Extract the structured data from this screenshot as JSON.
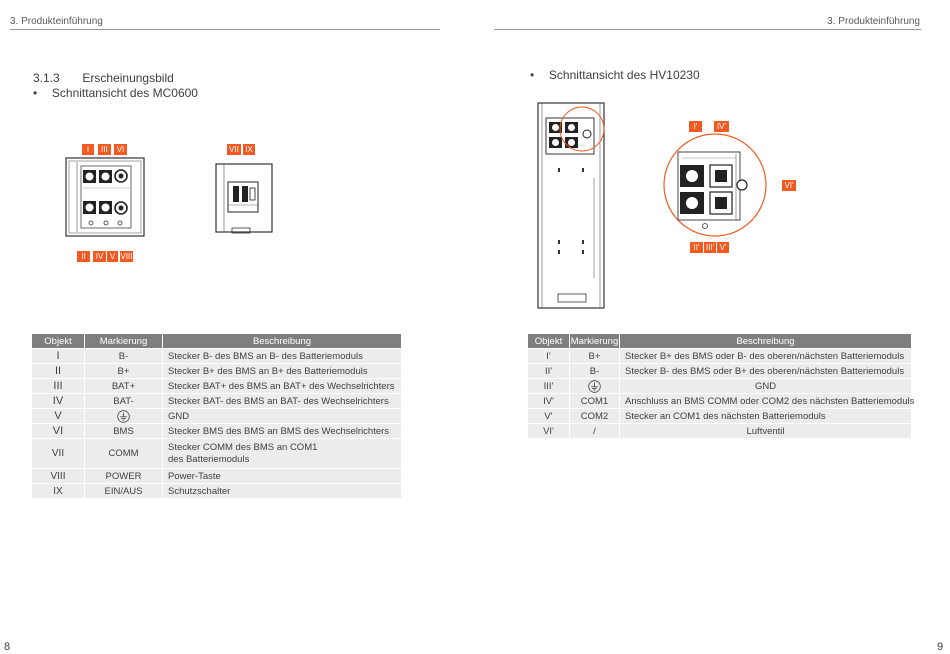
{
  "left": {
    "header": "3. Produkteinführung",
    "section_no": "3.1.3",
    "section_title": "Erscheinungsbild",
    "bullet": "Schnittansicht des MC0600",
    "figure_labels": {
      "t1": "I",
      "t2": "III",
      "t3": "VI",
      "t4": "VII",
      "t5": "IX",
      "b1": "II",
      "b2": "IV",
      "b3": "V",
      "b4": "VIII"
    },
    "table": {
      "headers": [
        "Objekt",
        "Markierung",
        "Beschreibung"
      ],
      "rows": [
        {
          "obj": "I",
          "mark": "B-",
          "desc": "Stecker B- des BMS an B- des Batteriemoduls",
          "desc2": ""
        },
        {
          "obj": "II",
          "mark": "B+",
          "desc": "Stecker B+ des BMS an B+ des Batteriemoduls",
          "desc2": ""
        },
        {
          "obj": "III",
          "mark": "BAT+",
          "desc": "Stecker BAT+ des BMS an BAT+ des Wechselrichters",
          "desc2": ""
        },
        {
          "obj": "IV",
          "mark": "BAT-",
          "desc": "Stecker BAT- des BMS an BAT- des Wechselrichters",
          "desc2": ""
        },
        {
          "obj": "V",
          "mark": "",
          "desc": "GND",
          "desc2": ""
        },
        {
          "obj": "VI",
          "mark": "BMS",
          "desc": "Stecker BMS des BMS an BMS des Wechselrichters",
          "desc2": ""
        },
        {
          "obj": "VII",
          "mark": "COMM",
          "desc": "Stecker COMM des BMS an COM1",
          "desc2": "des Batteriemoduls"
        },
        {
          "obj": "VIII",
          "mark": "POWER",
          "desc": "Power-Taste",
          "desc2": ""
        },
        {
          "obj": "IX",
          "mark": "EIN/AUS",
          "desc": "Schutzschalter",
          "desc2": ""
        }
      ]
    },
    "page_number": "8"
  },
  "right": {
    "header": "3. Produkteinführung",
    "bullet": "Schnittansicht des HV10230",
    "figure_labels": {
      "t1": "I'",
      "t2": "IV'",
      "r1": "VI'",
      "b1": "II'",
      "b2": "III'",
      "b3": "V'"
    },
    "table": {
      "headers": [
        "Objekt",
        "Markierung",
        "Beschreibung"
      ],
      "rows": [
        {
          "obj": "I'",
          "mark": "B+",
          "desc": "Stecker B+ des BMS oder B- des oberen/nächsten Batteriemoduls"
        },
        {
          "obj": "II'",
          "mark": "B-",
          "desc": "Stecker B- des BMS oder B+ des oberen/nächsten Batteriemoduls"
        },
        {
          "obj": "III'",
          "mark": "",
          "desc": "GND"
        },
        {
          "obj": "IV'",
          "mark": "COM1",
          "desc": "Anschluss an BMS COMM oder COM2 des nächsten Batteriemoduls"
        },
        {
          "obj": "V'",
          "mark": "COM2",
          "desc": "Stecker an COM1 des nächsten Batteriemoduls"
        },
        {
          "obj": "VI'",
          "mark": "/",
          "desc": "Luftventil"
        }
      ]
    },
    "page_number": "9"
  },
  "colors": {
    "accent": "#f25a22",
    "table_header": "#7f7f7f",
    "table_row": "#ececec"
  }
}
